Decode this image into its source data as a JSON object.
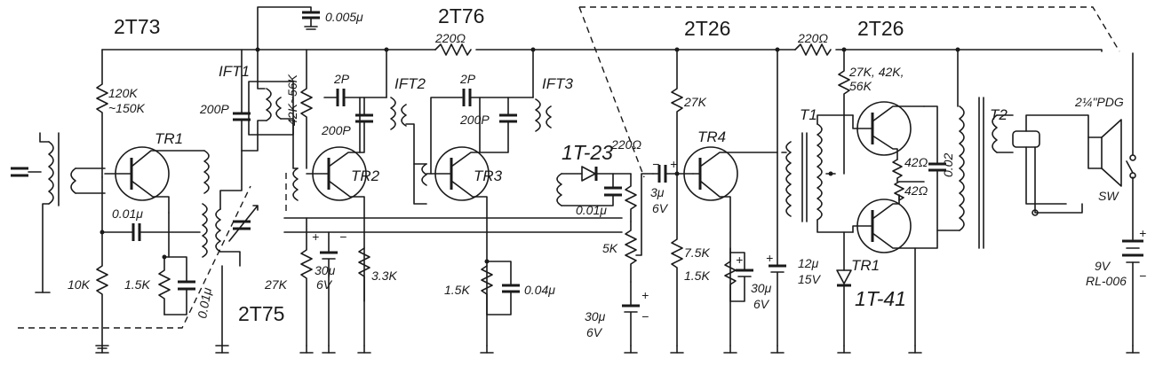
{
  "stage_labels": {
    "mixer": "2T73",
    "if_amp": "2T76",
    "audio_driver": "2T26",
    "output": "2T26",
    "if_amp2": "2T75"
  },
  "transistors": {
    "tr1_top": "TR1",
    "tr2": "TR2",
    "tr3": "TR3",
    "tr4": "TR4",
    "tr1_bottom": "TR1"
  },
  "diodes": {
    "detector": "1T-23",
    "bias": "1T-41"
  },
  "transformers": {
    "ift1": "IFT1",
    "ift2": "IFT2",
    "ift3": "IFT3",
    "t1": "T1",
    "t2": "T2"
  },
  "components": {
    "c_top": "0.005μ",
    "r_top1": "220Ω",
    "r_top2": "220Ω",
    "r_120k": "120K",
    "r_150k": "~150K",
    "c_200p1": "200P",
    "c_2p1": "2P",
    "c_200p2": "200P",
    "r_42k": "42K~56K",
    "c_2p2": "2P",
    "c_200p3": "200P",
    "r_27k_mid": "27K",
    "r_27k_out": "27K, 42K,",
    "r_56k_out": "56K",
    "speaker": "2¼\"PDG",
    "c_001": "0.01μ",
    "c_001_det": "0.01μ",
    "r_220_det": "220Ω",
    "c_3u": "3μ",
    "c_3u_v": "6V",
    "r_42_1": "42Ω",
    "r_42_2": "42Ω",
    "c_002": "0.02",
    "sw": "SW",
    "r_10k": "10K",
    "r_15k1": "1.5K",
    "c_001b": "0.01μ",
    "r_27k_b": "27K",
    "c_30u1": "30μ",
    "c_30u1_v": "6V",
    "r_33k": "3.3K",
    "r_15k2": "1.5K",
    "c_004": "0.04μ",
    "pot_5k": "5K",
    "c_30u2": "30μ",
    "c_30u2_v": "6V",
    "r_75k": "7.5K",
    "r_15k3": "1.5K",
    "c_30u3": "30μ",
    "c_30u3_v": "6V",
    "c_12u": "12μ",
    "c_12u_v": "15V",
    "battery_v": "9V",
    "battery_type": "RL-006"
  }
}
